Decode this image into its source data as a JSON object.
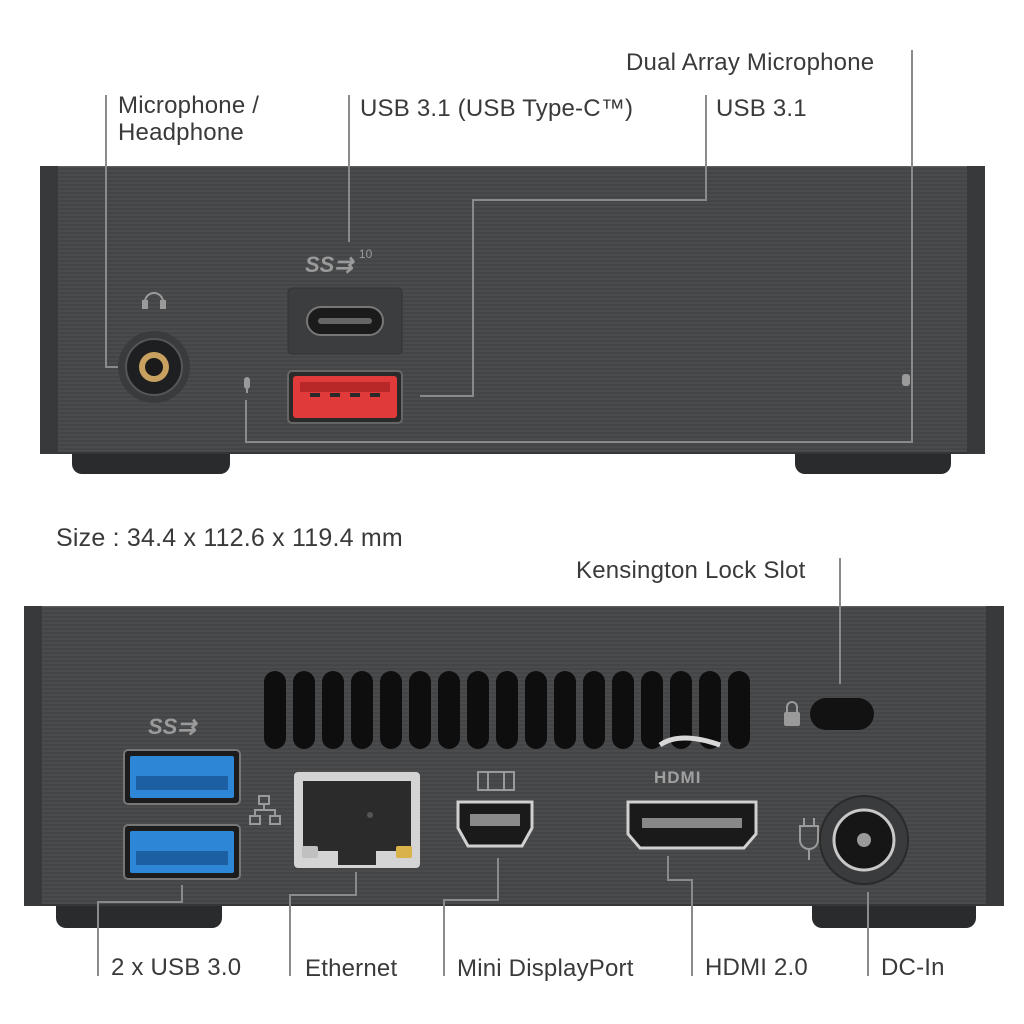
{
  "front": {
    "labels": {
      "microphone_headphone": "Microphone /\nHeadphone",
      "usb_type_c": "USB 3.1 (USB Type-C™)",
      "usb_31": "USB 3.1",
      "dual_array_mic": "Dual Array Microphone"
    },
    "usb_logo": "SS",
    "usb_logo_sup": "10"
  },
  "size_text": "Size : 34.4 x 112.6 x 119.4 mm",
  "rear": {
    "labels": {
      "kensington": "Kensington Lock Slot",
      "usb30": "2 x USB 3.0",
      "ethernet": "Ethernet",
      "mini_dp": "Mini DisplayPort",
      "hdmi": "HDMI 2.0",
      "dc_in": "DC-In"
    },
    "usb_logo": "SS",
    "hdmi_logo": "HDMI"
  },
  "colors": {
    "chassis": "#48494b",
    "usb31_port": "#e03a3a",
    "usb30_port": "#2d86d6",
    "leader_line": "#8a8a8a",
    "text": "#3a3a3a"
  }
}
